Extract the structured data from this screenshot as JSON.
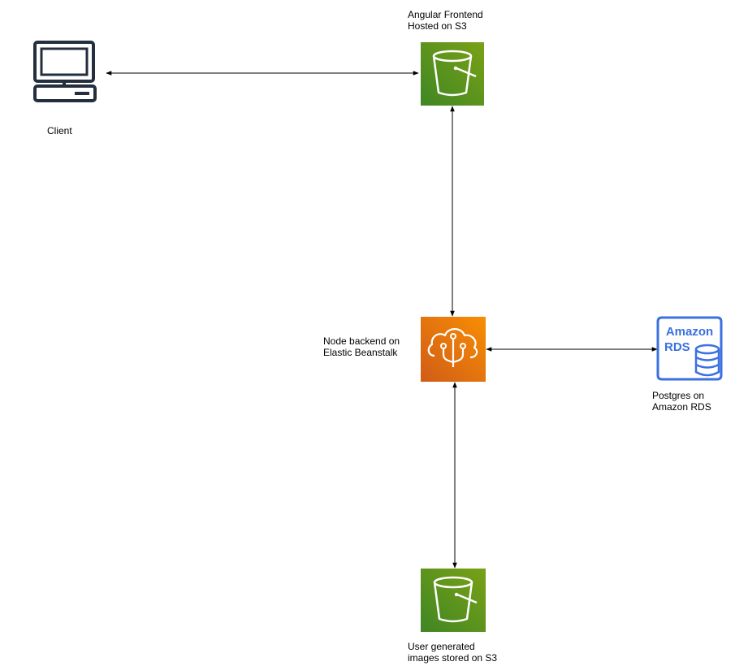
{
  "nodes": {
    "client": {
      "icon": "desktop-computer-icon",
      "label": "Client"
    },
    "frontend": {
      "icon": "s3-bucket-icon",
      "label_line1": "Angular Frontend",
      "label_line2": "Hosted on S3"
    },
    "backend": {
      "icon": "elastic-beanstalk-icon",
      "label_line1": "Node backend on",
      "label_line2": "Elastic Beanstalk"
    },
    "database": {
      "icon": "amazon-rds-icon",
      "logo_text_line1": "Amazon",
      "logo_text_line2": "RDS",
      "label_line1": "Postgres on",
      "label_line2": "Amazon RDS"
    },
    "images": {
      "icon": "s3-bucket-icon",
      "label_line1": "User generated",
      "label_line2": "images stored on S3"
    }
  },
  "connections": [
    {
      "from": "client",
      "to": "frontend",
      "style": "bidirectional-arrow"
    },
    {
      "from": "frontend",
      "to": "backend",
      "style": "bidirectional-arrow"
    },
    {
      "from": "backend",
      "to": "database",
      "style": "bidirectional-arrow"
    },
    {
      "from": "backend",
      "to": "images",
      "style": "bidirectional-arrow"
    }
  ],
  "colors": {
    "s3_green_light": "#7AA116",
    "s3_green_dark": "#3F8624",
    "beanstalk_orange_light": "#F78E04",
    "beanstalk_orange_dark": "#D05C17",
    "rds_blue": "#3B70E0",
    "client_icon": "#232F3E",
    "arrow": "#000000"
  }
}
